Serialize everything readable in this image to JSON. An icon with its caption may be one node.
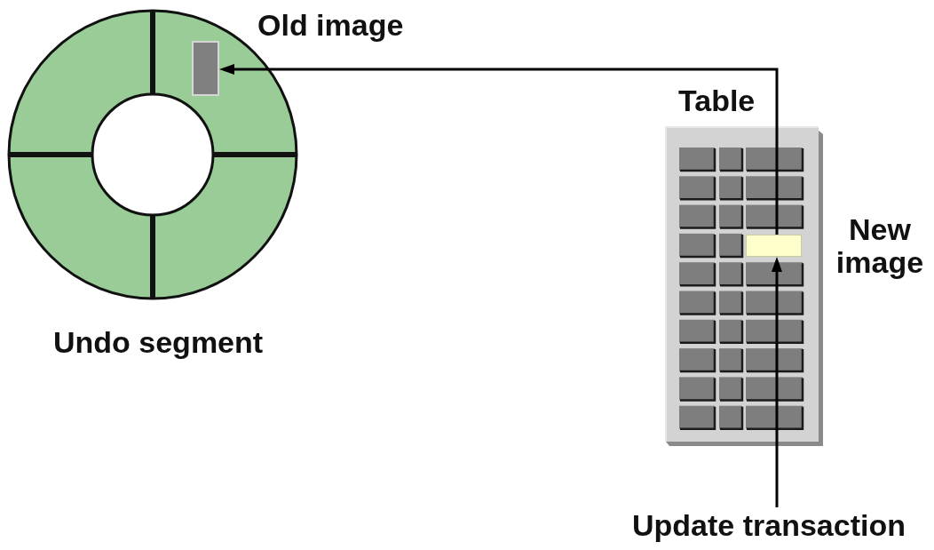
{
  "diagram": {
    "nodes": [
      {
        "text": [
          "Undo segment"
        ]
      },
      {
        "text": [],
        "shape": "box",
        "in": 0,
        "beside": [
          "Old image"
        ]
      },
      {
        "text": [
          "Table"
        ]
      },
      {
        "text": [],
        "shape": "box",
        "in": 2,
        "beside": [
          "New image"
        ]
      },
      {
        "text": [
          "Update transaction"
        ]
      }
    ],
    "edges": [
      {
        "from": 3,
        "to": 1,
        "arrow": "to"
      },
      {
        "from": 4,
        "to": 3,
        "arrow": "to"
      }
    ]
  }
}
